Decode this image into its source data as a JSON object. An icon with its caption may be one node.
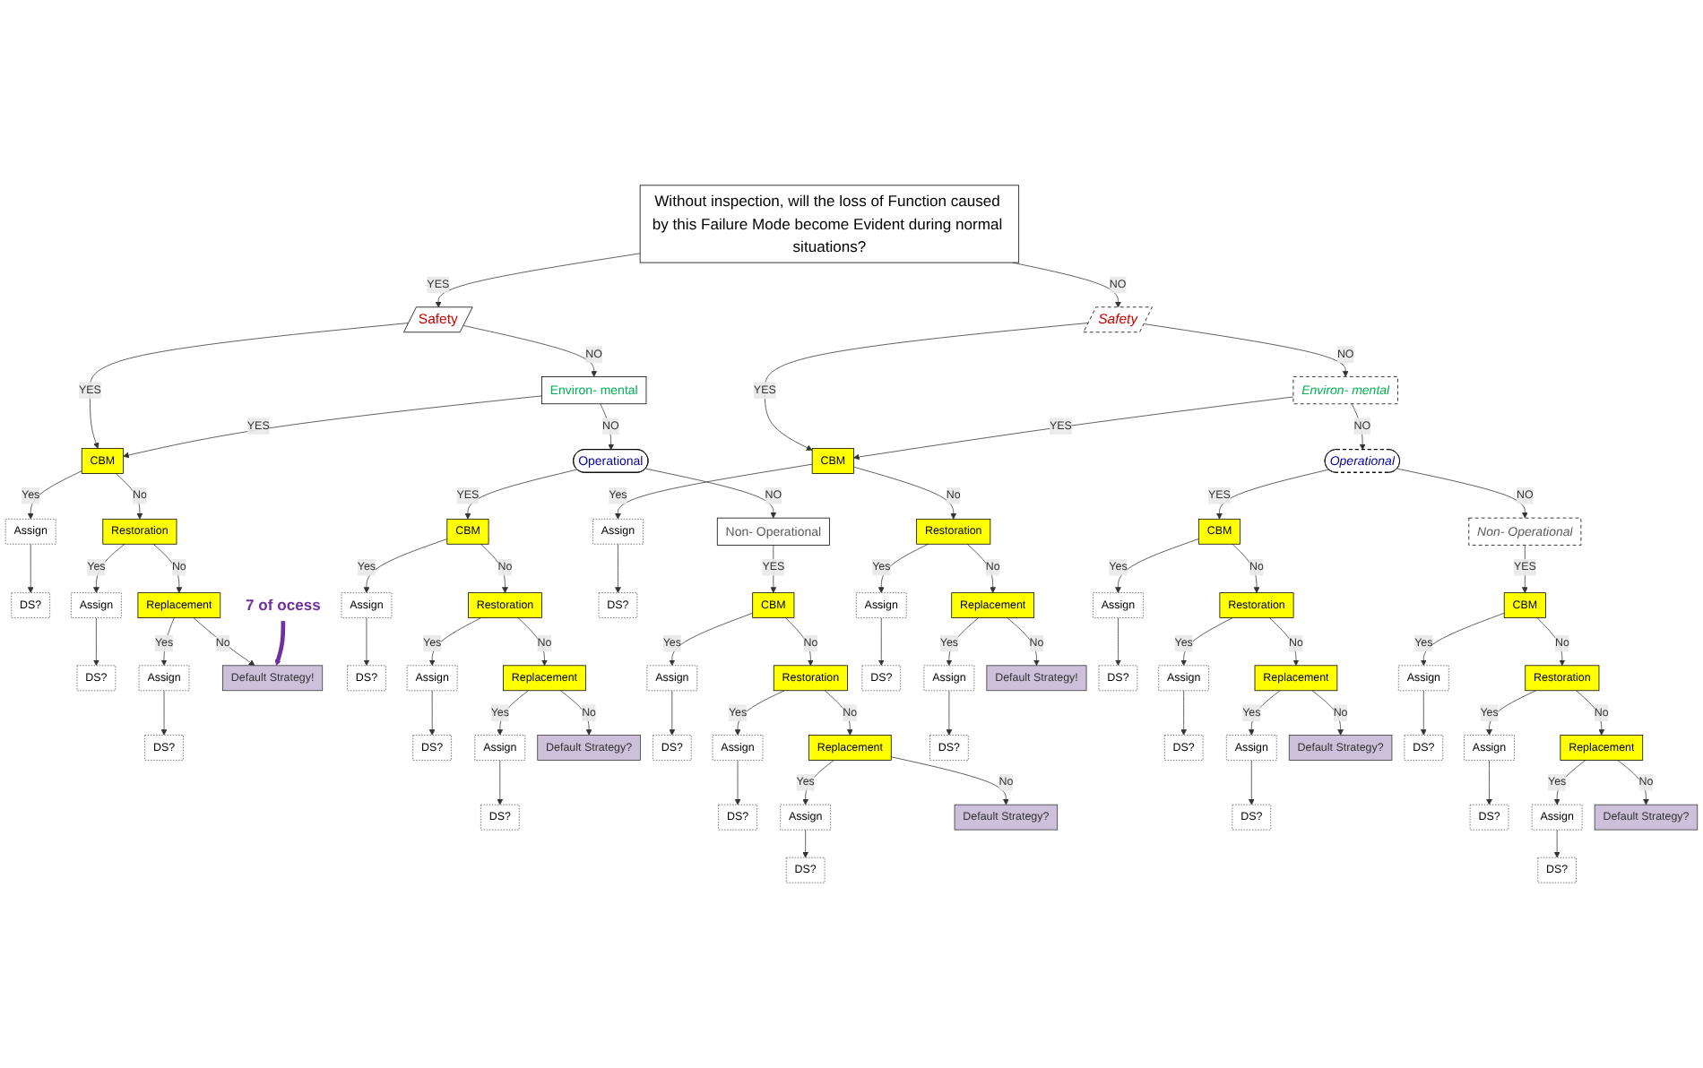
{
  "diagram": {
    "nodes": [
      {
        "text": [
          "Without inspection, will the loss of Function caused by this Failure Mode become Evident during normal situations?"
        ]
      },
      {
        "text": [
          "Safety"
        ]
      },
      {
        "text": [
          "Environ- mental"
        ]
      },
      {
        "text": [
          "Operational"
        ]
      },
      {
        "text": [
          "Non- Operational"
        ]
      },
      {
        "text": [
          "Safety"
        ]
      },
      {
        "text": [
          "Environ- mental"
        ]
      },
      {
        "text": [
          "Operational"
        ]
      },
      {
        "text": [
          "Non- Operational"
        ]
      },
      {
        "text": [
          "CBM"
        ]
      },
      {
        "text": [
          "Assign"
        ]
      },
      {
        "text": [
          "DS?"
        ]
      },
      {
        "text": [
          "Restoration"
        ]
      },
      {
        "text": [
          "Assign"
        ]
      },
      {
        "text": [
          "DS?"
        ]
      },
      {
        "text": [
          "Replacement"
        ]
      },
      {
        "text": [
          "Assign"
        ]
      },
      {
        "text": [
          "DS?"
        ]
      },
      {
        "text": [
          "Default Strategy!"
        ]
      },
      {
        "text": [
          "CBM"
        ]
      },
      {
        "text": [
          "Assign"
        ]
      },
      {
        "text": [
          "DS?"
        ]
      },
      {
        "text": [
          "Restoration"
        ]
      },
      {
        "text": [
          "Assign"
        ]
      },
      {
        "text": [
          "DS?"
        ]
      },
      {
        "text": [
          "Replacement"
        ]
      },
      {
        "text": [
          "Assign"
        ]
      },
      {
        "text": [
          "DS?"
        ]
      },
      {
        "text": [
          "Default Strategy?"
        ]
      },
      {
        "text": [
          "CBM"
        ]
      },
      {
        "text": [
          "Assign"
        ]
      },
      {
        "text": [
          "DS?"
        ]
      },
      {
        "text": [
          "Restoration"
        ]
      },
      {
        "text": [
          "Assign"
        ]
      },
      {
        "text": [
          "DS?"
        ]
      },
      {
        "text": [
          "Replacement"
        ]
      },
      {
        "text": [
          "Assign"
        ]
      },
      {
        "text": [
          "DS?"
        ]
      },
      {
        "text": [
          "Default Strategy?"
        ]
      },
      {
        "text": [
          "CBM"
        ]
      },
      {
        "text": [
          "Assign"
        ]
      },
      {
        "text": [
          "DS?"
        ]
      },
      {
        "text": [
          "Restoration"
        ]
      },
      {
        "text": [
          "Assign"
        ]
      },
      {
        "text": [
          "DS?"
        ]
      },
      {
        "text": [
          "Replacement"
        ]
      },
      {
        "text": [
          "Assign"
        ]
      },
      {
        "text": [
          "DS?"
        ]
      },
      {
        "text": [
          "Default Strategy!"
        ]
      },
      {
        "text": [
          "CBM"
        ]
      },
      {
        "text": [
          "Assign"
        ]
      },
      {
        "text": [
          "DS?"
        ]
      },
      {
        "text": [
          "Restoration"
        ]
      },
      {
        "text": [
          "Assign"
        ]
      },
      {
        "text": [
          "DS?"
        ]
      },
      {
        "text": [
          "Replacement"
        ]
      },
      {
        "text": [
          "Assign"
        ]
      },
      {
        "text": [
          "DS?"
        ]
      },
      {
        "text": [
          "Default Strategy?"
        ]
      },
      {
        "text": [
          "CBM"
        ]
      },
      {
        "text": [
          "Assign"
        ]
      },
      {
        "text": [
          "DS?"
        ]
      },
      {
        "text": [
          "Restoration"
        ]
      },
      {
        "text": [
          "Assign"
        ]
      },
      {
        "text": [
          "DS?"
        ]
      },
      {
        "text": [
          "Replacement"
        ]
      },
      {
        "text": [
          "Assign"
        ]
      },
      {
        "text": [
          "DS?"
        ]
      },
      {
        "text": [
          "Default Strategy?"
        ]
      },
      {
        "text": [
          "7 of ocess"
        ]
      }
    ],
    "edges": [
      {
        "from": 0,
        "to": 1,
        "arrow": "to",
        "label": "YES"
      },
      {
        "from": 0,
        "to": 5,
        "arrow": "to",
        "label": "NO"
      },
      {
        "from": 1,
        "to": 2,
        "arrow": "to",
        "label": "NO"
      },
      {
        "from": 2,
        "to": 3,
        "arrow": "to",
        "label": "NO"
      },
      {
        "from": 3,
        "to": 4,
        "arrow": "to",
        "label": "NO"
      },
      {
        "from": 1,
        "to": 9,
        "arrow": "to",
        "label": "YES"
      },
      {
        "from": 2,
        "to": 9,
        "arrow": "to",
        "label": "YES"
      },
      {
        "from": 3,
        "to": 19,
        "arrow": "to",
        "label": "YES"
      },
      {
        "from": 4,
        "to": 29,
        "arrow": "to",
        "label": "YES"
      },
      {
        "from": 5,
        "to": 6,
        "arrow": "to",
        "label": "NO"
      },
      {
        "from": 6,
        "to": 7,
        "arrow": "to",
        "label": "NO"
      },
      {
        "from": 7,
        "to": 8,
        "arrow": "to",
        "label": "NO"
      },
      {
        "from": 5,
        "to": 39,
        "arrow": "to",
        "label": "YES"
      },
      {
        "from": 6,
        "to": 39,
        "arrow": "to",
        "label": "YES"
      },
      {
        "from": 7,
        "to": 49,
        "arrow": "to",
        "label": "YES"
      },
      {
        "from": 8,
        "to": 59,
        "arrow": "to",
        "label": "YES"
      },
      {
        "from": 9,
        "to": 10,
        "arrow": "to",
        "label": "Yes"
      },
      {
        "from": 10,
        "to": 11,
        "arrow": "to"
      },
      {
        "from": 9,
        "to": 12,
        "arrow": "to",
        "label": "No"
      },
      {
        "from": 12,
        "to": 13,
        "arrow": "to",
        "label": "Yes"
      },
      {
        "from": 13,
        "to": 14,
        "arrow": "to"
      },
      {
        "from": 12,
        "to": 15,
        "arrow": "to",
        "label": "No"
      },
      {
        "from": 15,
        "to": 16,
        "arrow": "to",
        "label": "Yes"
      },
      {
        "from": 16,
        "to": 17,
        "arrow": "to"
      },
      {
        "from": 15,
        "to": 18,
        "arrow": "to",
        "label": "No"
      },
      {
        "from": 19,
        "to": 20,
        "arrow": "to",
        "label": "Yes"
      },
      {
        "from": 20,
        "to": 21,
        "arrow": "to"
      },
      {
        "from": 19,
        "to": 22,
        "arrow": "to",
        "label": "No"
      },
      {
        "from": 22,
        "to": 23,
        "arrow": "to",
        "label": "Yes"
      },
      {
        "from": 23,
        "to": 24,
        "arrow": "to"
      },
      {
        "from": 22,
        "to": 25,
        "arrow": "to",
        "label": "No"
      },
      {
        "from": 25,
        "to": 26,
        "arrow": "to",
        "label": "Yes"
      },
      {
        "from": 26,
        "to": 27,
        "arrow": "to"
      },
      {
        "from": 25,
        "to": 28,
        "arrow": "to",
        "label": "No"
      },
      {
        "from": 29,
        "to": 30,
        "arrow": "to",
        "label": "Yes"
      },
      {
        "from": 30,
        "to": 31,
        "arrow": "to"
      },
      {
        "from": 29,
        "to": 32,
        "arrow": "to",
        "label": "No"
      },
      {
        "from": 32,
        "to": 33,
        "arrow": "to",
        "label": "Yes"
      },
      {
        "from": 33,
        "to": 34,
        "arrow": "to"
      },
      {
        "from": 32,
        "to": 35,
        "arrow": "to",
        "label": "No"
      },
      {
        "from": 35,
        "to": 36,
        "arrow": "to",
        "label": "Yes"
      },
      {
        "from": 36,
        "to": 37,
        "arrow": "to"
      },
      {
        "from": 35,
        "to": 38,
        "arrow": "to",
        "label": "No"
      },
      {
        "from": 39,
        "to": 40,
        "arrow": "to",
        "label": "Yes"
      },
      {
        "from": 40,
        "to": 41,
        "arrow": "to"
      },
      {
        "from": 39,
        "to": 42,
        "arrow": "to",
        "label": "No"
      },
      {
        "from": 42,
        "to": 43,
        "arrow": "to",
        "label": "Yes"
      },
      {
        "from": 43,
        "to": 44,
        "arrow": "to"
      },
      {
        "from": 42,
        "to": 45,
        "arrow": "to",
        "label": "No"
      },
      {
        "from": 45,
        "to": 46,
        "arrow": "to",
        "label": "Yes"
      },
      {
        "from": 46,
        "to": 47,
        "arrow": "to"
      },
      {
        "from": 45,
        "to": 48,
        "arrow": "to",
        "label": "No"
      },
      {
        "from": 49,
        "to": 50,
        "arrow": "to",
        "label": "Yes"
      },
      {
        "from": 50,
        "to": 51,
        "arrow": "to"
      },
      {
        "from": 49,
        "to": 52,
        "arrow": "to",
        "label": "No"
      },
      {
        "from": 52,
        "to": 53,
        "arrow": "to",
        "label": "Yes"
      },
      {
        "from": 53,
        "to": 54,
        "arrow": "to"
      },
      {
        "from": 52,
        "to": 55,
        "arrow": "to",
        "label": "No"
      },
      {
        "from": 55,
        "to": 56,
        "arrow": "to",
        "label": "Yes"
      },
      {
        "from": 56,
        "to": 57,
        "arrow": "to"
      },
      {
        "from": 55,
        "to": 58,
        "arrow": "to",
        "label": "No"
      },
      {
        "from": 59,
        "to": 60,
        "arrow": "to",
        "label": "Yes"
      },
      {
        "from": 60,
        "to": 61,
        "arrow": "to"
      },
      {
        "from": 59,
        "to": 62,
        "arrow": "to",
        "label": "No"
      },
      {
        "from": 62,
        "to": 63,
        "arrow": "to",
        "label": "Yes"
      },
      {
        "from": 63,
        "to": 64,
        "arrow": "to"
      },
      {
        "from": 62,
        "to": 65,
        "arrow": "to",
        "label": "No"
      },
      {
        "from": 65,
        "to": 66,
        "arrow": "to",
        "label": "Yes"
      },
      {
        "from": 66,
        "to": 67,
        "arrow": "to"
      },
      {
        "from": 65,
        "to": 68,
        "arrow": "to",
        "label": "No"
      },
      {
        "from": 69,
        "to": 18,
        "arrow": "to",
        "style": "thick",
        "color": "#7030a0"
      }
    ]
  }
}
